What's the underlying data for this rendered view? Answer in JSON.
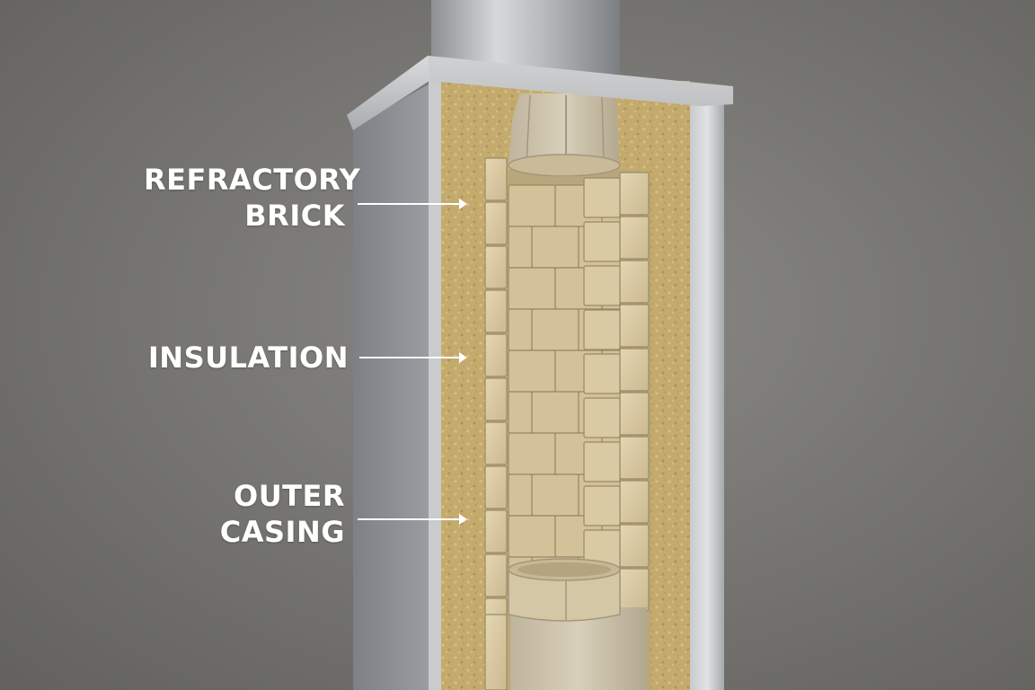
{
  "labels": {
    "refractory": [
      "REFRACTORY",
      "BRICK"
    ],
    "insulation": [
      "INSULATION"
    ],
    "casing": [
      "OUTER",
      "CASING"
    ]
  },
  "colors": {
    "background": "#74736f",
    "steel": "#b9bcbf",
    "casing_side": "#85888c",
    "insulation": "#c4aa6c",
    "brick": "#ddcda6",
    "brick_shadow": "#cbb991",
    "mortar": "#9a8a66",
    "label_text": "#ffffff"
  },
  "icons": [
    "arrow-right-icon"
  ]
}
